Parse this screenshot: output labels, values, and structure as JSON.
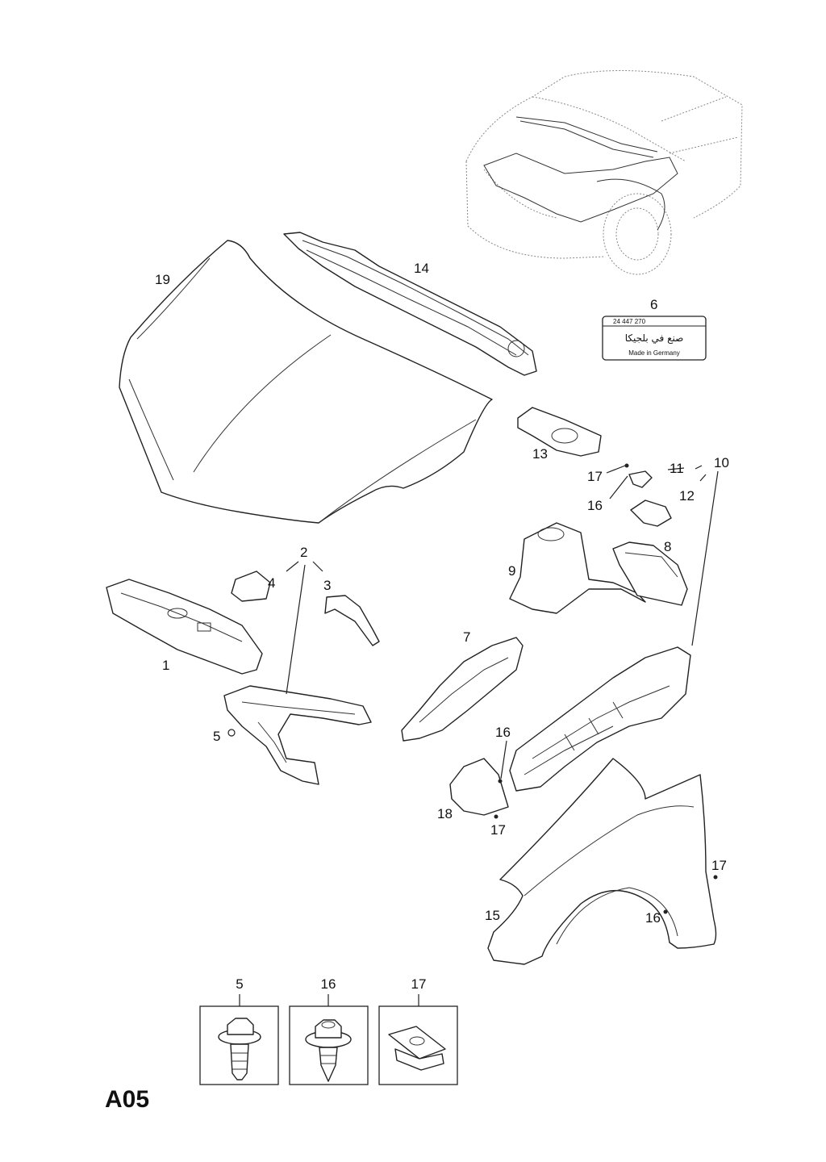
{
  "page_code": "A05",
  "callouts": {
    "c1": "1",
    "c2": "2",
    "c3": "3",
    "c4": "4",
    "c5": "5",
    "c6": "6",
    "c7": "7",
    "c8": "8",
    "c9": "9",
    "c10": "10",
    "c11": "11",
    "c12": "12",
    "c13": "13",
    "c14": "14",
    "c15": "15",
    "c16a": "16",
    "c16b": "16",
    "c16c": "16",
    "c17a": "17",
    "c17b": "17",
    "c17c": "17",
    "c18": "18",
    "c19": "19"
  },
  "label_plate": {
    "part_number": "24 447 270",
    "arabic_text": "صنع في بلجيكا",
    "origin_text": "Made in Germany"
  },
  "hardware_legend": [
    {
      "number": "5",
      "icon": "hex-flange-bolt-icon"
    },
    {
      "number": "16",
      "icon": "hex-flange-screw-icon"
    },
    {
      "number": "17",
      "icon": "clip-nut-icon"
    }
  ]
}
